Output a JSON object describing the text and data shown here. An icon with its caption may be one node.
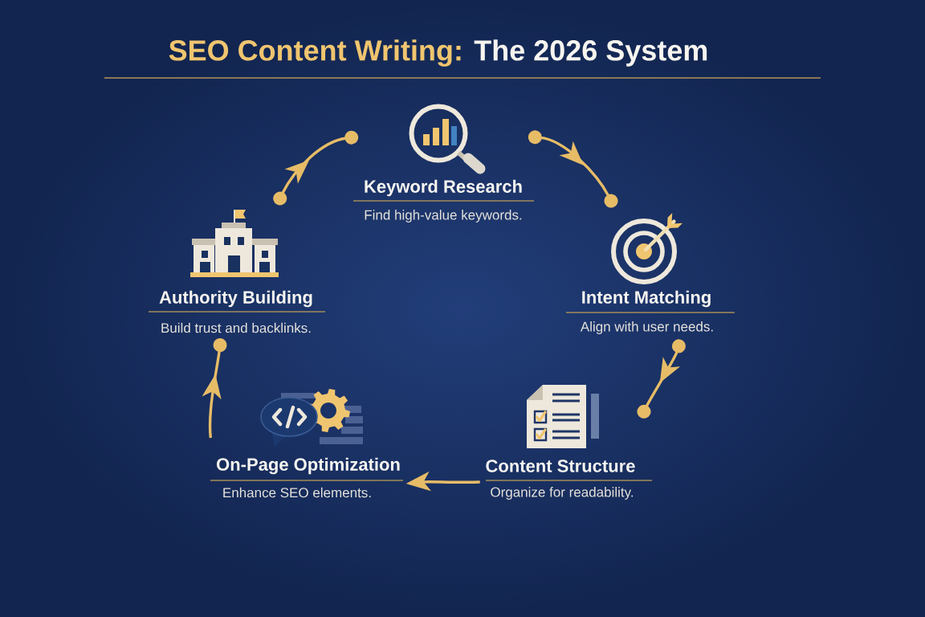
{
  "diagram": {
    "title": "SEO Content Writing: The 2026 System",
    "nodes": [
      {
        "text": [
          "Keyword Research",
          "Find high-value keywords."
        ]
      },
      {
        "text": [
          "Authority Building",
          "Build trust and backlinks."
        ]
      },
      {
        "text": [
          "Intent Matching",
          "Align with user needs."
        ]
      },
      {
        "text": [
          "On-Page Optimization",
          "Enhance SEO elements."
        ]
      },
      {
        "text": [
          "Content Structure",
          "Organize for readability."
        ]
      }
    ],
    "edges": [
      {
        "from": 0,
        "to": 2,
        "arrow": "to"
      },
      {
        "from": 2,
        "to": 4,
        "arrow": "to"
      },
      {
        "from": 4,
        "to": 3,
        "arrow": "to"
      },
      {
        "from": 3,
        "to": 1,
        "arrow": "to"
      },
      {
        "from": 1,
        "to": 0,
        "arrow": "to"
      }
    ]
  }
}
